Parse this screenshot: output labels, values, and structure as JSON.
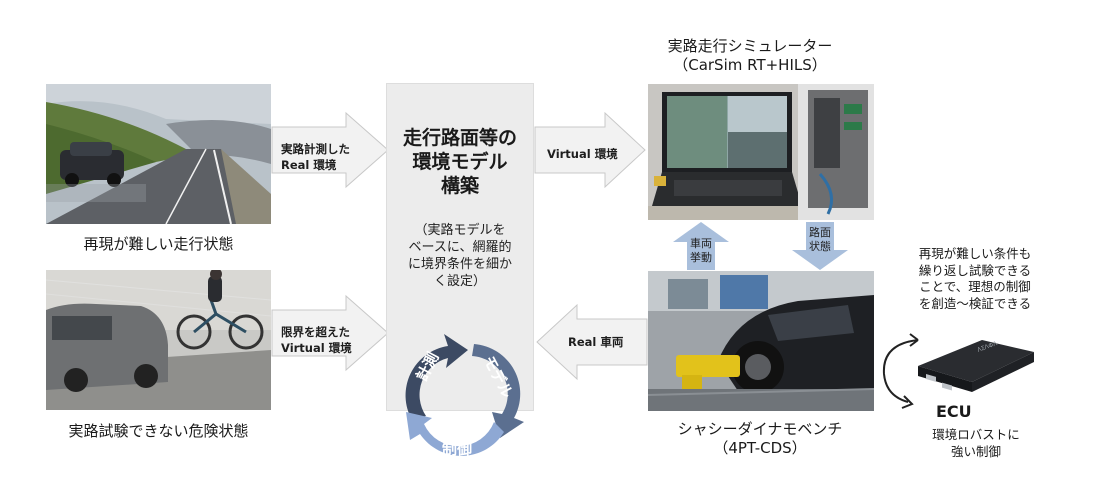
{
  "left": {
    "top_caption": "再現が難しい走行状態",
    "bottom_caption": "実路試験できない危険状態",
    "top_arrow_label": [
      "実路計測した",
      "Real 環境"
    ],
    "bottom_arrow_label": [
      "限界を超えた",
      "Virtual 環境"
    ]
  },
  "center": {
    "title_lines": [
      "走行路面等の",
      "環境モデル",
      "構築"
    ],
    "sub_lines": [
      "（実路モデルを",
      "ベースに、網羅的",
      "に境界条件を細か",
      "く設定）"
    ],
    "cycle": {
      "top_left": "計測",
      "right": "モデル",
      "bottom": "制御"
    }
  },
  "right": {
    "sim_title": [
      "実路走行シミュレーター",
      "（CarSim RT+HILS）"
    ],
    "virtual_label": "Virtual 環境",
    "real_label": "Real 車両",
    "up_arrow_label": [
      "車両",
      "挙動"
    ],
    "down_arrow_label": [
      "路面",
      "状態"
    ],
    "bench_caption": [
      "シャシーダイナモベンチ",
      "（4PT-CDS）"
    ],
    "side_note": [
      "再現が難しい条件も",
      "繰り返し試験できる",
      "ことで、理想の制御",
      "を創造～検証できる"
    ],
    "ecu_title": "ECU",
    "ecu_sub": [
      "環境ロバストに",
      "強い制御"
    ]
  },
  "colors": {
    "arrow_fill": "#f2f2f2",
    "arrow_stroke": "#c8c8c8",
    "blue_arrow": "#a9bfdc",
    "cycle_dark": "#3c4a63",
    "cycle_mid": "#5b6f90",
    "cycle_light": "#8ea8d4"
  }
}
